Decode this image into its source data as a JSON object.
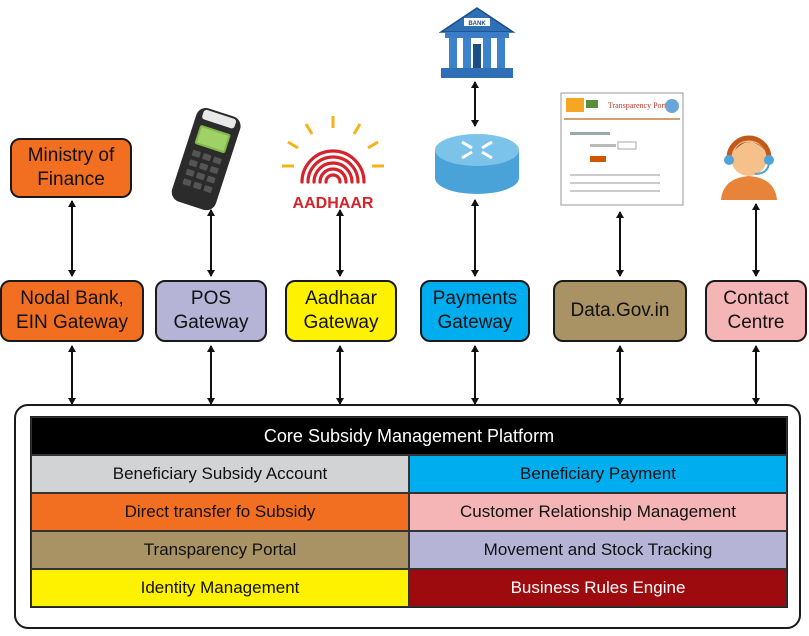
{
  "colors": {
    "orange": "#f26f21",
    "lavender": "#b5b3d6",
    "yellow": "#fff200",
    "blue": "#00aeef",
    "olive": "#a99263",
    "pink": "#f5b5b6",
    "grey": "#d1d3d4",
    "dark_red": "#9e0b0f",
    "black": "#000000"
  },
  "top_nodes": {
    "ministry": {
      "label": "Ministry of\nFinance"
    },
    "aadhaar_logo_text": "AADHAAR",
    "bank_sign": "BANK",
    "portal_title": "Transparency Portal"
  },
  "gateways": [
    {
      "label": "Nodal Bank,\nEIN Gateway",
      "color": "#f26f21"
    },
    {
      "label": "POS\nGateway",
      "color": "#b5b3d6"
    },
    {
      "label": "Aadhaar\nGateway",
      "color": "#fff200"
    },
    {
      "label": "Payments\nGateway",
      "color": "#00aeef"
    },
    {
      "label": "Data.Gov.in",
      "color": "#a99263"
    },
    {
      "label": "Contact\nCentre",
      "color": "#f5b5b6"
    }
  ],
  "platform": {
    "title": "Core Subsidy Management Platform",
    "modules": [
      {
        "label": "Beneficiary Subsidy Account",
        "color": "#d1d3d4"
      },
      {
        "label": "Beneficiary Payment",
        "color": "#00aeef"
      },
      {
        "label": "Direct transfer fo Subsidy",
        "color": "#f26f21"
      },
      {
        "label": "Customer Relationship Management",
        "color": "#f5b5b6"
      },
      {
        "label": "Transparency Portal",
        "color": "#a99263"
      },
      {
        "label": "Movement and Stock Tracking",
        "color": "#b5b3d6"
      },
      {
        "label": "Identity Management",
        "color": "#fff200"
      },
      {
        "label": "Business Rules Engine",
        "color": "#9e0b0f"
      }
    ]
  }
}
